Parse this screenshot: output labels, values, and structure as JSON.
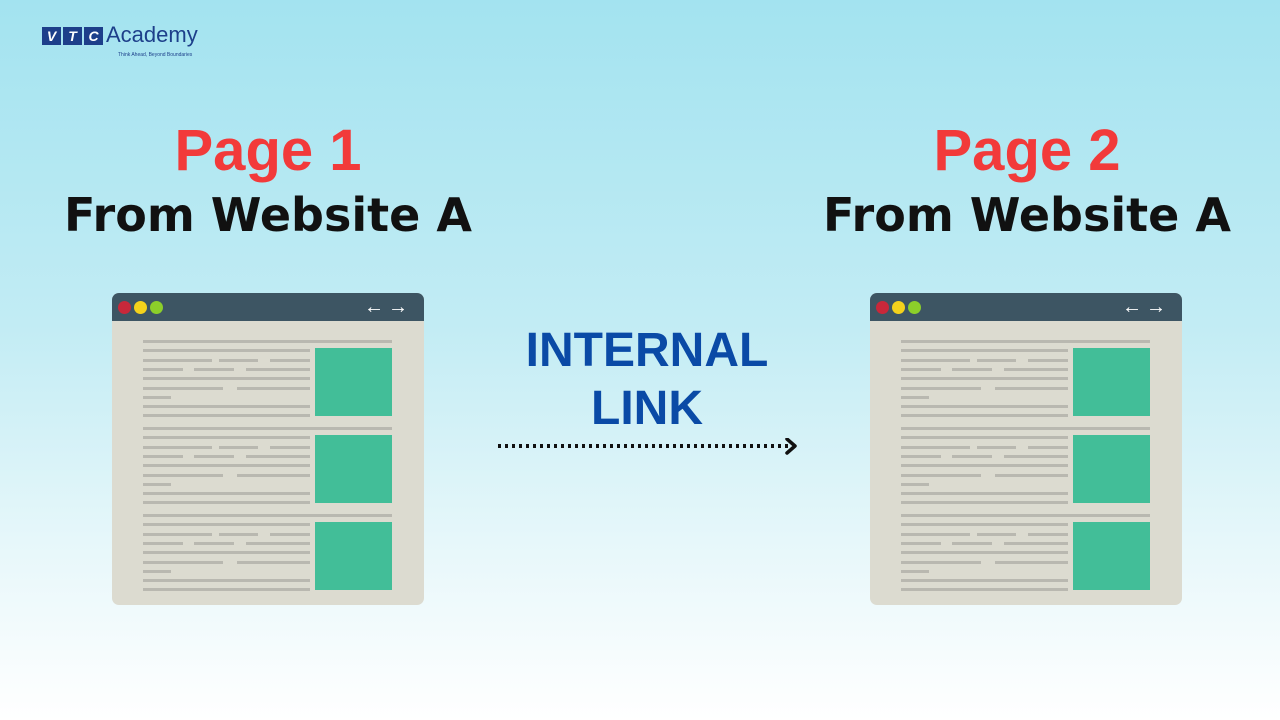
{
  "logo": {
    "letters": [
      "V",
      "T",
      "C"
    ],
    "word": "Academy",
    "tagline": "Think Ahead, Beyond Boundaries"
  },
  "left": {
    "page": "Page 1",
    "from": "From Website A"
  },
  "right": {
    "page": "Page 2",
    "from": "From Website A"
  },
  "link": {
    "line1": "INTERNAL",
    "line2": "LINK"
  },
  "colors": {
    "page_title": "#f23a3a",
    "link_text": "#0a4aa6",
    "titlebar": "#3d5563",
    "image_block": "#42be98",
    "dots": [
      "#c8283a",
      "#f4d21c",
      "#8ccf2a"
    ]
  },
  "icons": {
    "back": "arrow-left",
    "forward": "arrow-right",
    "arrow": "dotted-arrow-right"
  }
}
